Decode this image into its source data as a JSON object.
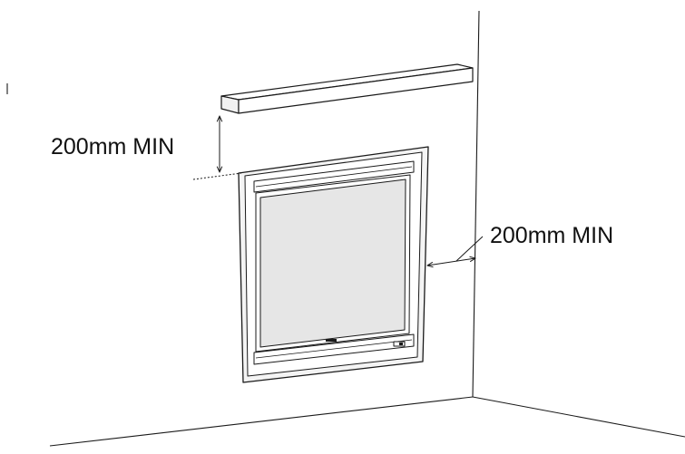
{
  "labels": {
    "top_clearance": "200mm MIN",
    "side_clearance": "200mm MIN"
  },
  "colors": {
    "line": "#1a1a1a",
    "glass": "#e6e6e6",
    "frame": "#f4f4f4",
    "background": "#ffffff"
  },
  "icons": {
    "arrow": "double-headed-arrow"
  }
}
